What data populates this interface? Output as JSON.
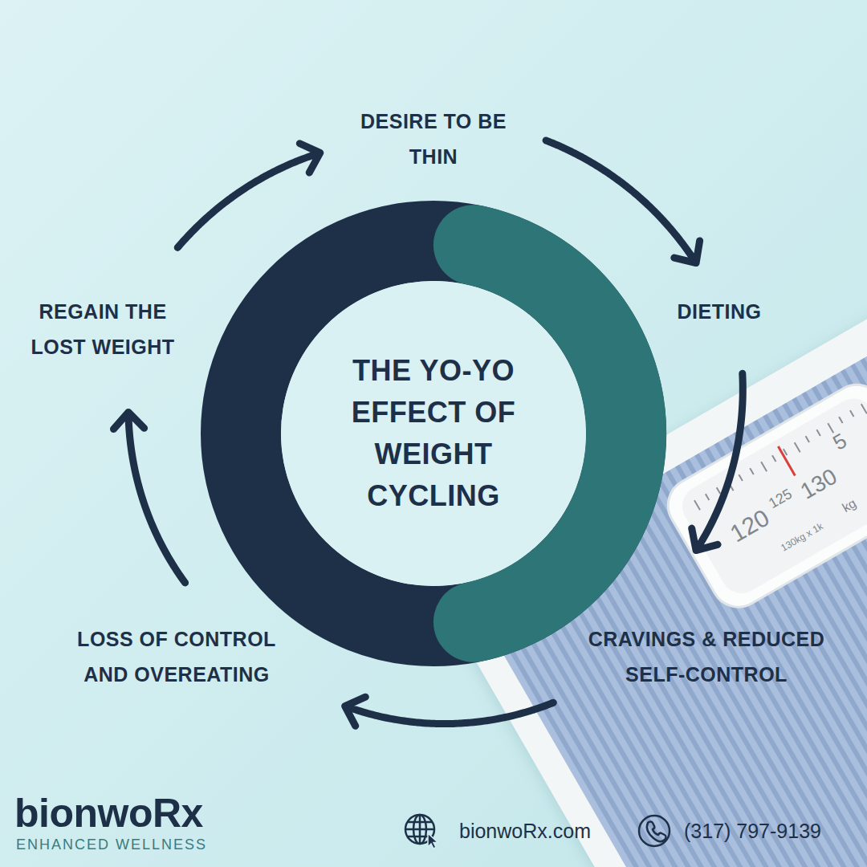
{
  "diagram": {
    "title": "THE YO-YO EFFECT OF WEIGHT CYCLING",
    "nodes": [
      {
        "text": [
          "DESIRE TO BE THIN"
        ]
      },
      {
        "text": [
          "DIETING"
        ]
      },
      {
        "text": [
          "CRAVINGS & REDUCED SELF-CONTROL"
        ]
      },
      {
        "text": [
          "LOSS OF CONTROL AND OVEREATING"
        ]
      },
      {
        "text": [
          "REGAIN THE LOST WEIGHT"
        ]
      }
    ],
    "edges": [
      {
        "from": 0,
        "to": 1,
        "arrow": "to"
      },
      {
        "from": 1,
        "to": 2,
        "arrow": "to"
      },
      {
        "from": 2,
        "to": 3,
        "arrow": "to"
      },
      {
        "from": 3,
        "to": 4,
        "arrow": "to"
      },
      {
        "from": 4,
        "to": 0,
        "arrow": "to"
      }
    ],
    "labels": [
      "120",
      "125",
      "130",
      "5",
      "kg",
      "130kg x 1k",
      "bionwoRx",
      "ENHANCED WELLNESS",
      "bionwoRx.com",
      "(317) 797-9139"
    ]
  }
}
